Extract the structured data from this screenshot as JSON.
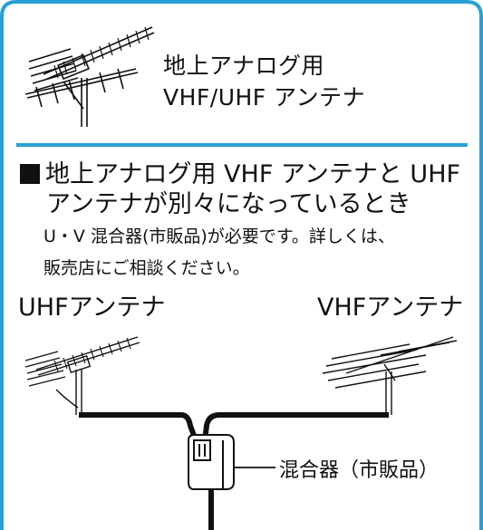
{
  "header": {
    "title_line1": "地上アナログ用",
    "title_line2": "VHF/UHF アンテナ"
  },
  "section": {
    "heading_line1": "地上アナログ用 VHF アンテナと UHF",
    "heading_line2": "アンテナが別々になっているとき",
    "note_line1": "U・V 混合器(市販品)が必要です。詳しくは、",
    "note_line2": "販売店にご相談ください。"
  },
  "diagram": {
    "left_antenna_label": "UHFアンテナ",
    "right_antenna_label": "VHFアンテナ",
    "mixer_label": "混合器（市販品）"
  },
  "colors": {
    "border": "#2a9fd6",
    "ink": "#111111"
  }
}
